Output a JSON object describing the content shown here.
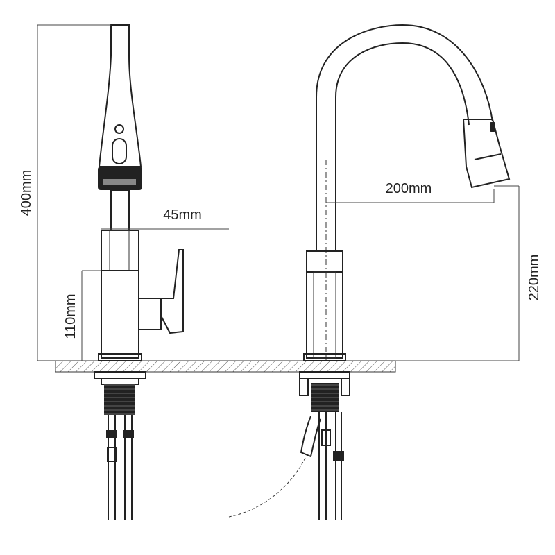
{
  "dimensions": {
    "total_height": "400mm",
    "spout_width": "45mm",
    "body_height": "110mm",
    "reach": "200mm",
    "spout_clearance": "220mm"
  },
  "colors": {
    "line": "#222222",
    "background": "#ffffff",
    "hatch": "#555555"
  }
}
